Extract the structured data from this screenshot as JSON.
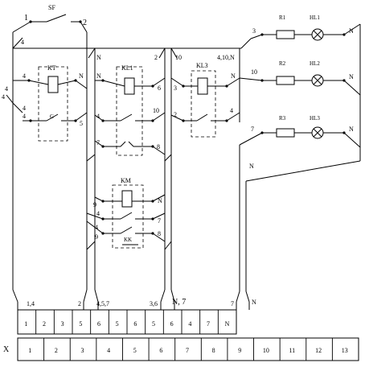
{
  "labels": {
    "sf": "SF",
    "sf_left": "1",
    "sf_right": "2",
    "n_kt_bus": "N",
    "n_mid": "2",
    "n_right_bus": "10",
    "left_bus_4": "4",
    "left_4a": "4",
    "left_4b": "4",
    "left_4c": "4"
  },
  "kt": {
    "name": "KT",
    "pin_left": "4",
    "pin_right": "N",
    "contact_left": "4",
    "contact_mark": "G",
    "contact_right": "5"
  },
  "kl1": {
    "name": "KL1",
    "pin_left": "N",
    "pin_right": "6",
    "c1_left": "4",
    "c1_right": "10",
    "c2_left": "7",
    "c2_right": "8"
  },
  "kl3": {
    "name": "KL3",
    "pin_top": "4,10,N",
    "pin_left": "3",
    "pin_right": "N",
    "c_left": "2",
    "c_right": "4"
  },
  "km": {
    "name": "KM",
    "pin_left": "9",
    "pin_right": "N",
    "c1_left": "4",
    "c1_right": "7",
    "c2_left": "4",
    "c2_right": "8",
    "c2_left_b": "9",
    "kk": "KK"
  },
  "lamps": [
    {
      "wire_in": "3",
      "resistor": "R1",
      "lamp": "HL1",
      "wire_out": "N"
    },
    {
      "wire_in": "10",
      "resistor": "R2",
      "lamp": "HL2",
      "wire_out": "N"
    },
    {
      "wire_in": "7",
      "resistor": "R3",
      "lamp": "HL3",
      "wire_out": "N"
    }
  ],
  "r3_left_n": "N",
  "bus_labels": {
    "b1": "1,4",
    "b2": "2",
    "b3": "4,5,7",
    "b4": "3,6",
    "b5": "N, 7",
    "b6": "7",
    "b7": "N"
  },
  "terminal_top": [
    "1",
    "2",
    "3",
    "5",
    "6",
    "5",
    "6",
    "5",
    "6",
    "4",
    "7",
    "N"
  ],
  "terminal_row_label": "X",
  "terminal_bottom": [
    "1",
    "2",
    "3",
    "4",
    "5",
    "6",
    "7",
    "8",
    "9",
    "10",
    "11",
    "12",
    "13"
  ]
}
